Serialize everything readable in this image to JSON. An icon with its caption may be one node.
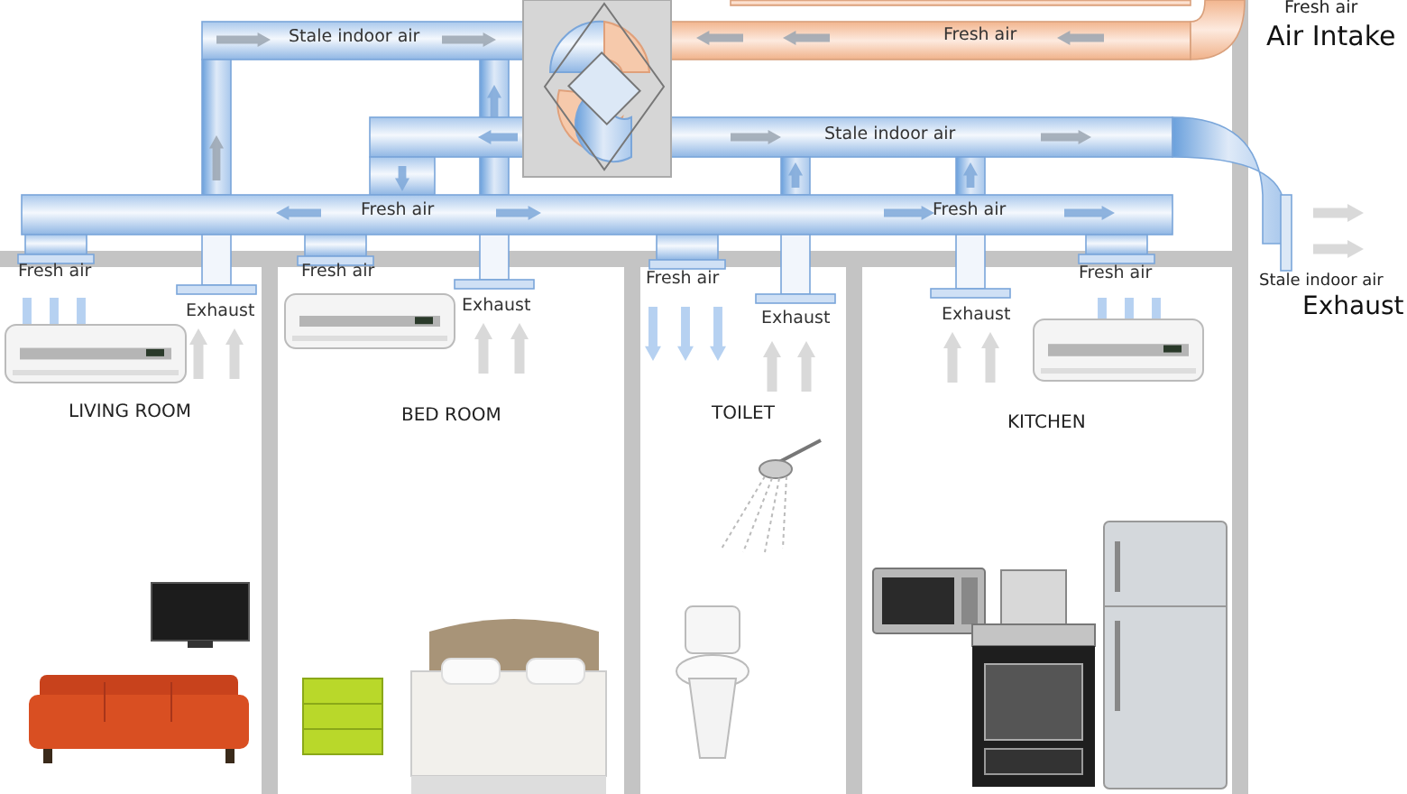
{
  "diagram": {
    "nodes": [
      {
        "text": [
          "LIVING ROOM"
        ]
      },
      {
        "text": [
          "BED ROOM"
        ]
      },
      {
        "text": [
          "TOILET"
        ]
      },
      {
        "text": [
          "KITCHEN"
        ]
      }
    ],
    "labels": [
      "Fresh air",
      "Air Intake",
      "Stale indoor air",
      "Fresh air",
      "Stale indoor air",
      "Fresh air",
      "Fresh air",
      "Fresh air",
      "Fresh air",
      "Fresh air",
      "Fresh air",
      "Stale indoor air",
      "Exhaust",
      "Exhaust",
      "Exhaust",
      "Exhaust",
      "Exhaust"
    ]
  }
}
